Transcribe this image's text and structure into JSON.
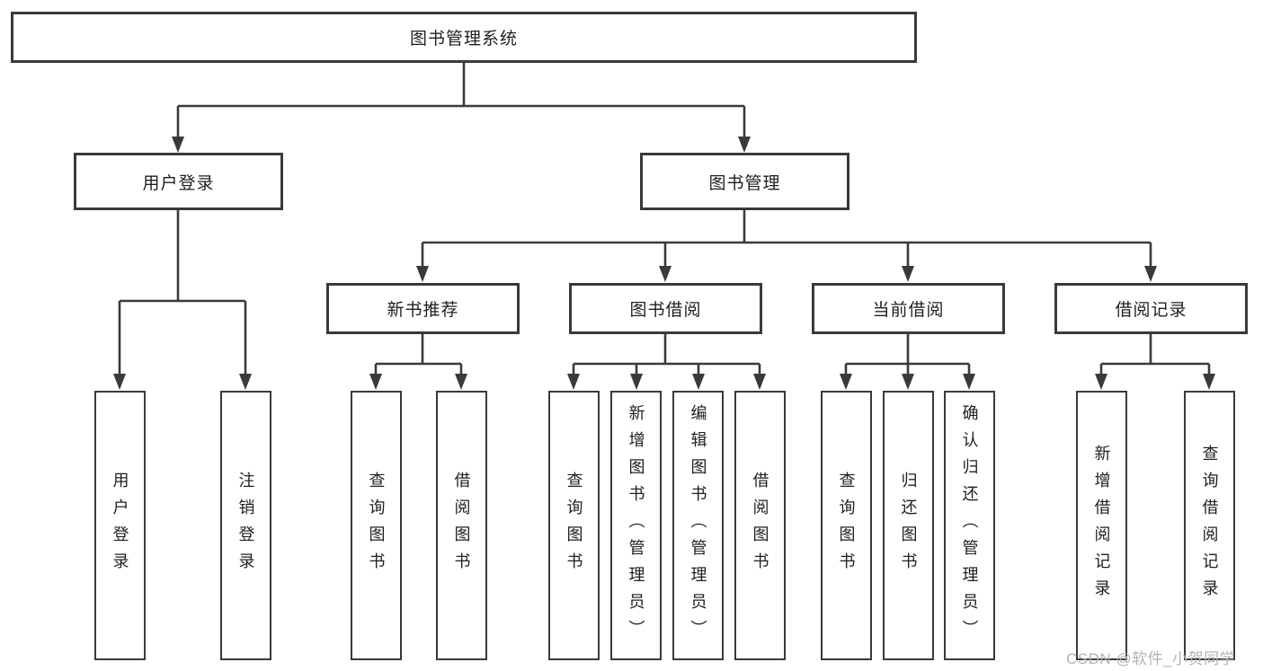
{
  "diagram_type": "hierarchy-tree",
  "colors": {
    "line": "#3a3a3a",
    "box_border": "#3a3a3a",
    "box_fill": "#ffffff",
    "text": "#1f1f1f",
    "watermark": "#b3b3b3",
    "background": "#ffffff"
  },
  "watermark": {
    "text": "CSDN @软件_小贺同学"
  },
  "tree": {
    "label": "图书管理系统",
    "children": [
      {
        "label": "用户登录",
        "children": [
          {
            "label": "用户登录"
          },
          {
            "label": "注销登录"
          }
        ]
      },
      {
        "label": "图书管理",
        "children": [
          {
            "label": "新书推荐",
            "children": [
              {
                "label": "查询图书"
              },
              {
                "label": "借阅图书"
              }
            ]
          },
          {
            "label": "图书借阅",
            "children": [
              {
                "label": "查询图书"
              },
              {
                "label": "新增图书（管理员）"
              },
              {
                "label": "编辑图书（管理员）"
              },
              {
                "label": "借阅图书"
              }
            ]
          },
          {
            "label": "当前借阅",
            "children": [
              {
                "label": "查询图书"
              },
              {
                "label": "归还图书"
              },
              {
                "label": "确认归还（管理员）"
              }
            ]
          },
          {
            "label": "借阅记录",
            "children": [
              {
                "label": "新增借阅记录"
              },
              {
                "label": "查询借阅记录"
              }
            ]
          }
        ]
      }
    ]
  }
}
